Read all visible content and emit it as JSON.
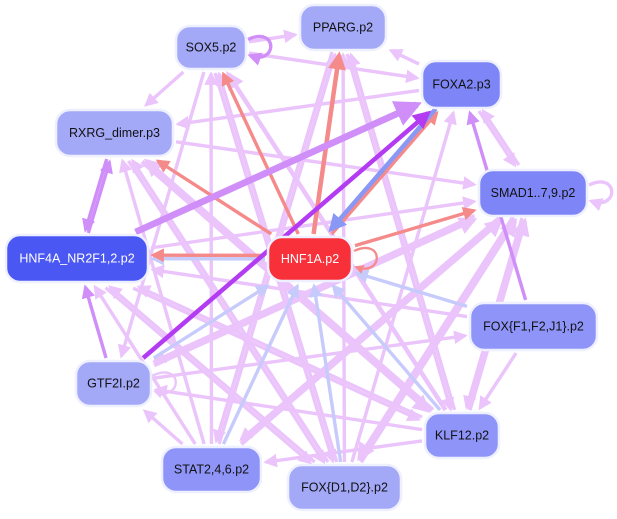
{
  "diagram": {
    "type": "directed-network",
    "colors": {
      "node_default": "#a3a8f7",
      "node_mid": "#8f95f8",
      "node_strong": "#7e86f7",
      "node_hub": "#4a57f2",
      "node_highlight": "#f7303a",
      "edge_activation": "#eac4fb",
      "edge_activation_strong": "#cf8ef8",
      "edge_activation_dark": "#b33cf2",
      "edge_red": "#f58a8a",
      "edge_blue": "#c6cbfb",
      "edge_blue_strong": "#8a98f5",
      "label_dark": "#111111",
      "label_light": "#ffffff"
    },
    "nodes": [
      {
        "id": "SOX5",
        "label": "SOX5.p2",
        "fill": "node_default",
        "text": "label_dark"
      },
      {
        "id": "PPARG",
        "label": "PPARG.p2",
        "fill": "node_default",
        "text": "label_dark"
      },
      {
        "id": "FOXA2",
        "label": "FOXA2.p3",
        "fill": "node_strong",
        "text": "label_dark"
      },
      {
        "id": "RXRG",
        "label": "RXRG_dimer.p3",
        "fill": "node_default",
        "text": "label_dark"
      },
      {
        "id": "SMAD",
        "label": "SMAD1..7,9.p2",
        "fill": "node_strong",
        "text": "label_dark"
      },
      {
        "id": "HNF4A",
        "label": "HNF4A_NR2F1,2.p2",
        "fill": "node_hub",
        "text": "label_light"
      },
      {
        "id": "HNF1A",
        "label": "HNF1A.p2",
        "fill": "node_highlight",
        "text": "label_light"
      },
      {
        "id": "FOXF",
        "label": "FOX{F1,F2,J1}.p2",
        "fill": "node_mid",
        "text": "label_dark"
      },
      {
        "id": "GTF2I",
        "label": "GTF2I.p2",
        "fill": "node_default",
        "text": "label_dark"
      },
      {
        "id": "KLF12",
        "label": "KLF12.p2",
        "fill": "node_mid",
        "text": "label_dark"
      },
      {
        "id": "STAT",
        "label": "STAT2,4,6.p2",
        "fill": "node_mid",
        "text": "label_dark"
      },
      {
        "id": "FOXD",
        "label": "FOX{D1,D2}.p2",
        "fill": "node_default",
        "text": "label_dark"
      }
    ],
    "edges": [
      {
        "from": "SOX5",
        "to": "SOX5",
        "color": "edge_activation_strong",
        "weight": 2
      },
      {
        "from": "SMAD",
        "to": "SMAD",
        "color": "edge_activation",
        "weight": 2
      },
      {
        "from": "GTF2I",
        "to": "GTF2I",
        "color": "edge_activation",
        "weight": 1
      },
      {
        "from": "HNF1A",
        "to": "HNF1A",
        "color": "edge_red",
        "weight": 1
      },
      {
        "from": "SOX5",
        "to": "PPARG",
        "color": "edge_activation",
        "weight": 2
      },
      {
        "from": "SOX5",
        "to": "FOXA2",
        "color": "edge_activation",
        "weight": 2
      },
      {
        "from": "FOXA2",
        "to": "PPARG",
        "color": "edge_activation",
        "weight": 2
      },
      {
        "from": "SOX5",
        "to": "RXRG",
        "color": "edge_activation",
        "weight": 2
      },
      {
        "from": "FOXA2",
        "to": "SMAD",
        "color": "edge_activation",
        "weight": 2
      },
      {
        "from": "RXRG",
        "to": "SMAD",
        "color": "edge_activation",
        "weight": 2
      },
      {
        "from": "RXRG",
        "to": "HNF4A",
        "color": "edge_activation_strong",
        "weight": 2
      },
      {
        "from": "HNF4A",
        "to": "RXRG",
        "color": "edge_activation_strong",
        "weight": 2
      },
      {
        "from": "HNF4A",
        "to": "FOXA2",
        "color": "edge_activation_strong",
        "weight": 5
      },
      {
        "from": "HNF4A",
        "to": "SMAD",
        "color": "edge_activation",
        "weight": 2
      },
      {
        "from": "HNF1A",
        "to": "HNF4A",
        "color": "edge_red",
        "weight": 2
      },
      {
        "from": "HNF1A",
        "to": "HNF4A",
        "color": "edge_blue",
        "weight": 2
      },
      {
        "from": "HNF1A",
        "to": "SOX5",
        "color": "edge_red",
        "weight": 2
      },
      {
        "from": "HNF1A",
        "to": "PPARG",
        "color": "edge_red",
        "weight": 3
      },
      {
        "from": "HNF1A",
        "to": "FOXA2",
        "color": "edge_red",
        "weight": 2
      },
      {
        "from": "FOXA2",
        "to": "HNF1A",
        "color": "edge_blue_strong",
        "weight": 3
      },
      {
        "from": "HNF1A",
        "to": "RXRG",
        "color": "edge_red",
        "weight": 2
      },
      {
        "from": "HNF1A",
        "to": "SMAD",
        "color": "edge_red",
        "weight": 2
      },
      {
        "from": "GTF2I",
        "to": "FOXA2",
        "color": "edge_activation_dark",
        "weight": 3
      },
      {
        "from": "GTF2I",
        "to": "HNF4A",
        "color": "edge_activation_strong",
        "weight": 2
      },
      {
        "from": "GTF2I",
        "to": "HNF1A",
        "color": "edge_blue",
        "weight": 2
      },
      {
        "from": "GTF2I",
        "to": "SMAD",
        "color": "edge_activation",
        "weight": 3
      },
      {
        "from": "GTF2I",
        "to": "FOXF",
        "color": "edge_activation",
        "weight": 2
      },
      {
        "from": "FOXF",
        "to": "FOXA2",
        "color": "edge_activation_strong",
        "weight": 2
      },
      {
        "from": "FOXF",
        "to": "HNF1A",
        "color": "edge_blue",
        "weight": 2
      },
      {
        "from": "FOXF",
        "to": "KLF12",
        "color": "edge_activation",
        "weight": 2
      },
      {
        "from": "FOXF",
        "to": "HNF4A",
        "color": "edge_activation",
        "weight": 2
      },
      {
        "from": "KLF12",
        "to": "HNF1A",
        "color": "edge_blue",
        "weight": 2
      },
      {
        "from": "KLF12",
        "to": "SMAD",
        "color": "edge_activation",
        "weight": 3
      },
      {
        "from": "KLF12",
        "to": "SOX5",
        "color": "edge_activation",
        "weight": 3
      },
      {
        "from": "KLF12",
        "to": "RXRG",
        "color": "edge_activation",
        "weight": 3
      },
      {
        "from": "KLF12",
        "to": "HNF4A",
        "color": "edge_activation",
        "weight": 2
      },
      {
        "from": "KLF12",
        "to": "GTF2I",
        "color": "edge_activation",
        "weight": 2
      },
      {
        "from": "KLF12",
        "to": "PPARG",
        "color": "edge_activation",
        "weight": 2
      },
      {
        "from": "STAT",
        "to": "HNF1A",
        "color": "edge_blue",
        "weight": 2
      },
      {
        "from": "STAT",
        "to": "SOX5",
        "color": "edge_activation",
        "weight": 2
      },
      {
        "from": "STAT",
        "to": "PPARG",
        "color": "edge_activation",
        "weight": 2
      },
      {
        "from": "STAT",
        "to": "RXRG",
        "color": "edge_activation",
        "weight": 2
      },
      {
        "from": "STAT",
        "to": "SMAD",
        "color": "edge_activation",
        "weight": 3
      },
      {
        "from": "STAT",
        "to": "GTF2I",
        "color": "edge_activation",
        "weight": 2
      },
      {
        "from": "STAT",
        "to": "HNF4A",
        "color": "edge_activation",
        "weight": 2
      },
      {
        "from": "KLF12",
        "to": "STAT",
        "color": "edge_activation",
        "weight": 2
      },
      {
        "from": "FOXD",
        "to": "HNF1A",
        "color": "edge_blue",
        "weight": 2
      },
      {
        "from": "FOXD",
        "to": "SOX5",
        "color": "edge_activation",
        "weight": 2
      },
      {
        "from": "FOXD",
        "to": "RXRG",
        "color": "edge_activation",
        "weight": 2
      },
      {
        "from": "FOXD",
        "to": "SMAD",
        "color": "edge_activation",
        "weight": 3
      },
      {
        "from": "FOXD",
        "to": "FOXA2",
        "color": "edge_activation",
        "weight": 2
      },
      {
        "from": "FOXD",
        "to": "HNF4A",
        "color": "edge_activation",
        "weight": 2
      },
      {
        "from": "FOXD",
        "to": "PPARG",
        "color": "edge_activation",
        "weight": 2
      },
      {
        "from": "SMAD",
        "to": "FOXD",
        "color": "edge_activation",
        "weight": 3
      },
      {
        "from": "SMAD",
        "to": "STAT",
        "color": "edge_activation",
        "weight": 2
      },
      {
        "from": "SMAD",
        "to": "GTF2I",
        "color": "edge_activation",
        "weight": 2
      },
      {
        "from": "HNF4A",
        "to": "KLF12",
        "color": "edge_activation",
        "weight": 2
      },
      {
        "from": "HNF4A",
        "to": "FOXD",
        "color": "edge_activation",
        "weight": 2
      },
      {
        "from": "RXRG",
        "to": "KLF12",
        "color": "edge_activation",
        "weight": 3
      },
      {
        "from": "RXRG",
        "to": "FOXD",
        "color": "edge_activation",
        "weight": 2
      },
      {
        "from": "SOX5",
        "to": "GTF2I",
        "color": "edge_activation",
        "weight": 2
      },
      {
        "from": "SOX5",
        "to": "FOXD",
        "color": "edge_activation",
        "weight": 2
      },
      {
        "from": "PPARG",
        "to": "STAT",
        "color": "edge_activation",
        "weight": 2
      },
      {
        "from": "PPARG",
        "to": "KLF12",
        "color": "edge_activation",
        "weight": 2
      },
      {
        "from": "FOXA2",
        "to": "RXRG",
        "color": "edge_activation",
        "weight": 2
      },
      {
        "from": "SMAD",
        "to": "KLF12",
        "color": "edge_activation",
        "weight": 2
      },
      {
        "from": "SMAD",
        "to": "FOXA2",
        "color": "edge_activation",
        "weight": 2
      }
    ]
  }
}
